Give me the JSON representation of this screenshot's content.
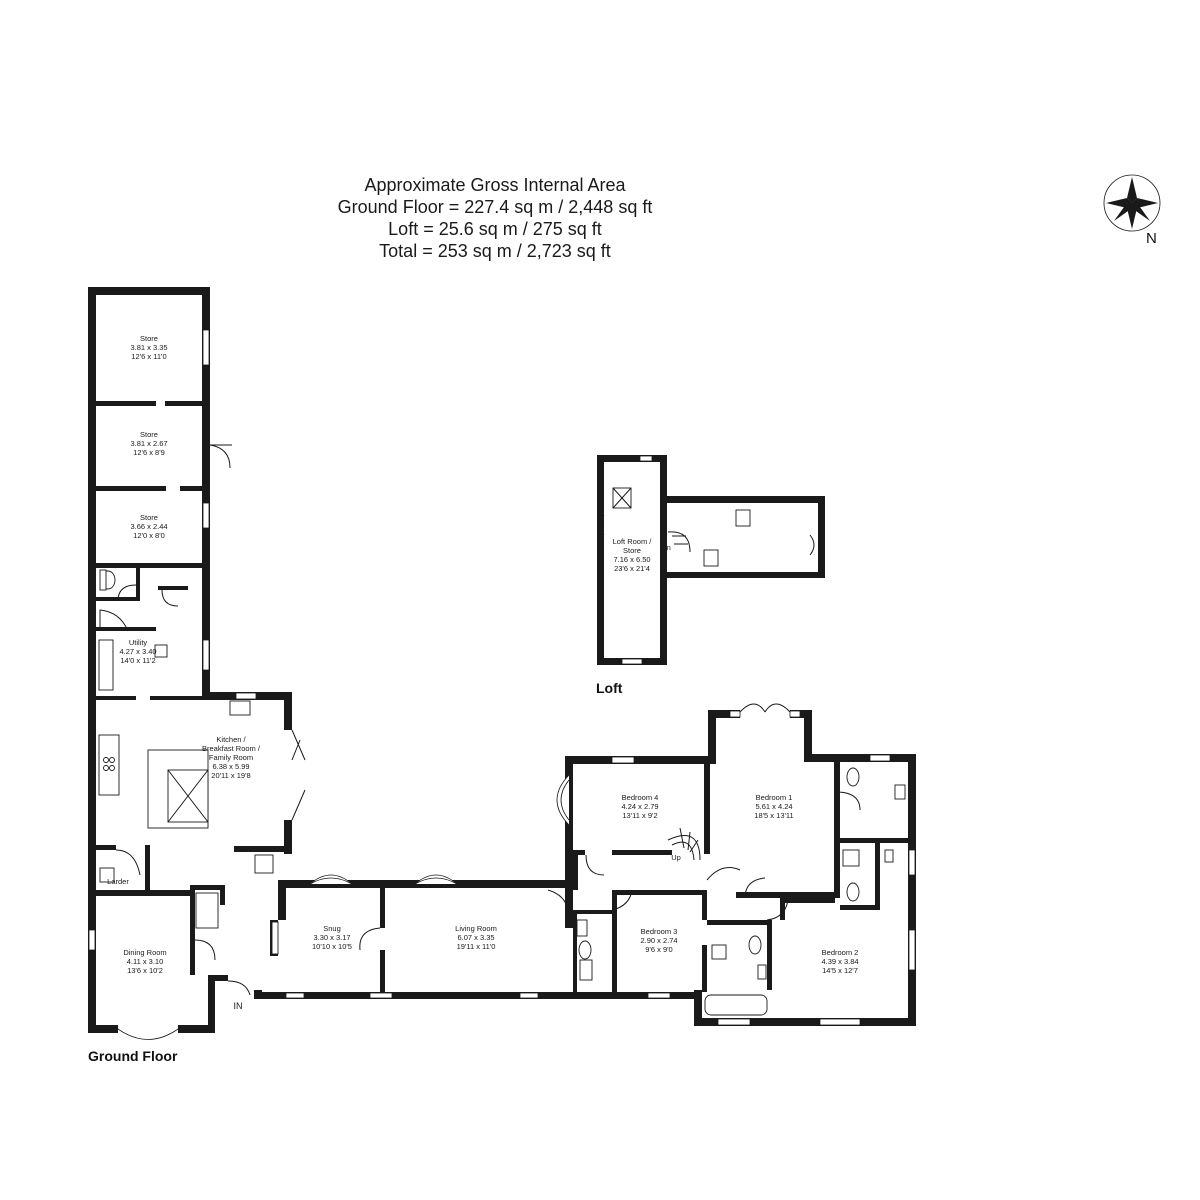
{
  "summary": {
    "heading": "Approximate Gross Internal Area",
    "ground_floor": "Ground Floor = 227.4 sq m / 2,448 sq ft",
    "loft": "Loft = 25.6 sq m / 275 sq ft",
    "total": "Total = 253 sq m / 2,723 sq ft"
  },
  "compass": {
    "label": "N"
  },
  "floors": {
    "ground": "Ground Floor",
    "loft": "Loft"
  },
  "entrance": "IN",
  "stairs": {
    "up": "Up",
    "down": "Dn"
  },
  "rooms": {
    "store1": {
      "name": "Store",
      "metric": "3.81 x 3.35",
      "imperial": "12'6 x 11'0"
    },
    "store2": {
      "name": "Store",
      "metric": "3.81 x 2.67",
      "imperial": "12'6 x 8'9"
    },
    "store3": {
      "name": "Store",
      "metric": "3.66 x 2.44",
      "imperial": "12'0 x 8'0"
    },
    "utility": {
      "name": "Utility",
      "metric": "4.27 x 3.40",
      "imperial": "14'0 x 11'2"
    },
    "kitchen": {
      "name1": "Kitchen /",
      "name2": "Breakfast Room /",
      "name3": "Family Room",
      "metric": "6.38 x 5.99",
      "imperial": "20'11 x 19'8"
    },
    "larder": {
      "name": "Larder"
    },
    "dining": {
      "name": "Dining Room",
      "metric": "4.11 x 3.10",
      "imperial": "13'6 x 10'2"
    },
    "snug": {
      "name": "Snug",
      "metric": "3.30 x 3.17",
      "imperial": "10'10 x 10'5"
    },
    "living": {
      "name": "Living Room",
      "metric": "6.07 x 3.35",
      "imperial": "19'11 x 11'0"
    },
    "bedroom4": {
      "name": "Bedroom 4",
      "metric": "4.24 x 2.79",
      "imperial": "13'11 x 9'2"
    },
    "bedroom1": {
      "name": "Bedroom 1",
      "metric": "5.61 x 4.24",
      "imperial": "18'5 x 13'11"
    },
    "bedroom3": {
      "name": "Bedroom 3",
      "metric": "2.90 x 2.74",
      "imperial": "9'6 x 9'0"
    },
    "bedroom2": {
      "name": "Bedroom 2",
      "metric": "4.39 x 3.84",
      "imperial": "14'5 x 12'7"
    },
    "loft_room": {
      "name1": "Loft Room /",
      "name2": "Store",
      "metric": "7.16 x 6.50",
      "imperial": "23'6 x 21'4"
    }
  }
}
